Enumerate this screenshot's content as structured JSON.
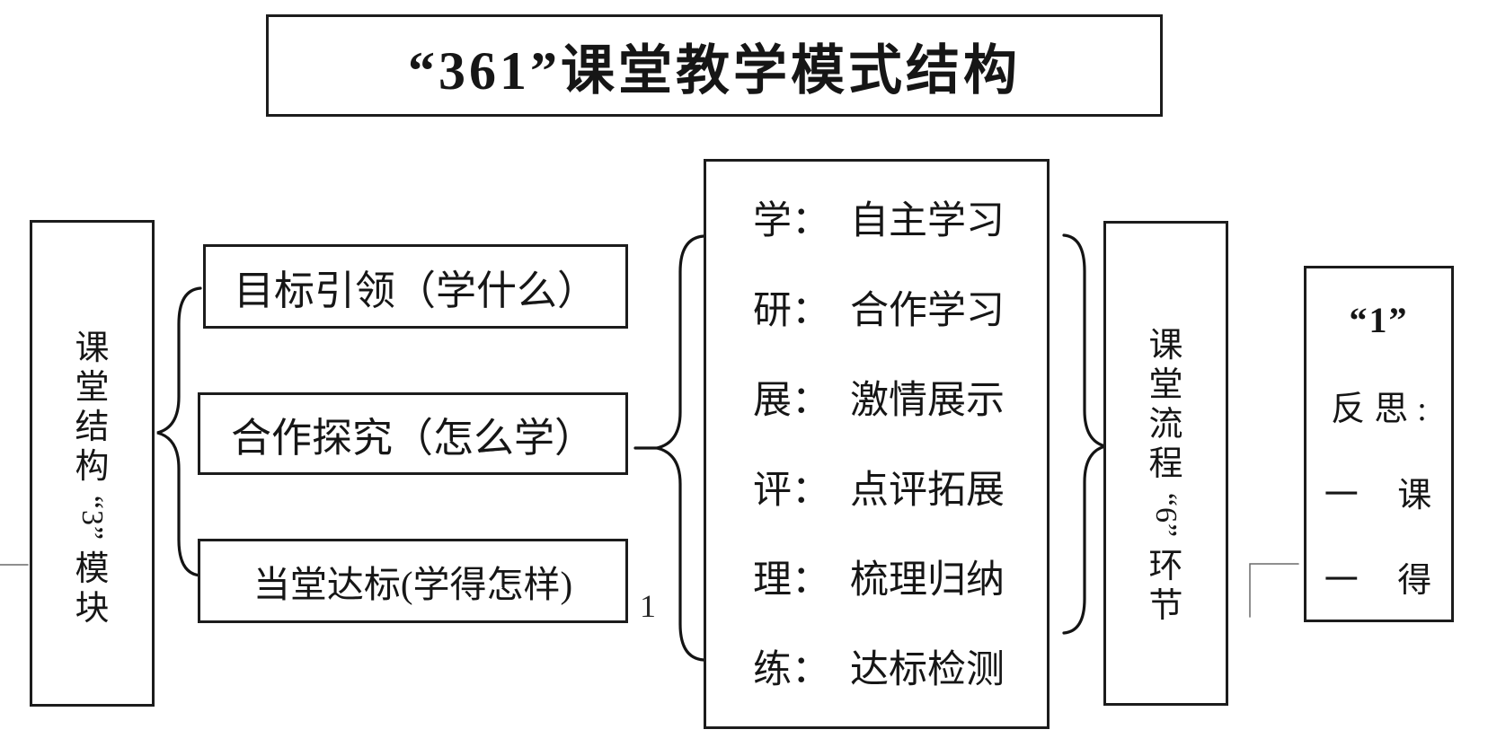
{
  "title": "“361”课堂教学模式结构",
  "footnote": "1",
  "left_box": {
    "label": "课堂结构“3”模块",
    "chars_top": [
      "课",
      "堂",
      "结",
      "构"
    ],
    "number": "“3”",
    "chars_bottom": [
      "模",
      "块"
    ]
  },
  "module_boxes": [
    "目标引领（学什么）",
    "合作探究（怎么学）",
    "当堂达标(学得怎样)"
  ],
  "center_box": {
    "items": [
      {
        "key": "学：",
        "desc": "自主学习"
      },
      {
        "key": "研：",
        "desc": "合作学习"
      },
      {
        "key": "展：",
        "desc": "激情展示"
      },
      {
        "key": "评：",
        "desc": "点评拓展"
      },
      {
        "key": "理：",
        "desc": "梳理归纳"
      },
      {
        "key": "练：",
        "desc": "达标检测"
      }
    ]
  },
  "right_box": {
    "label": "课堂流程“6”环节",
    "chars_top": [
      "课",
      "堂",
      "流",
      "程"
    ],
    "number": "“6”",
    "chars_bottom": [
      "环",
      "节"
    ]
  },
  "reflect_box": {
    "lines": [
      "“1”",
      "反思:",
      "一 课",
      "一 得"
    ]
  },
  "colors": {
    "line": "#141414",
    "background": "#ffffff"
  }
}
